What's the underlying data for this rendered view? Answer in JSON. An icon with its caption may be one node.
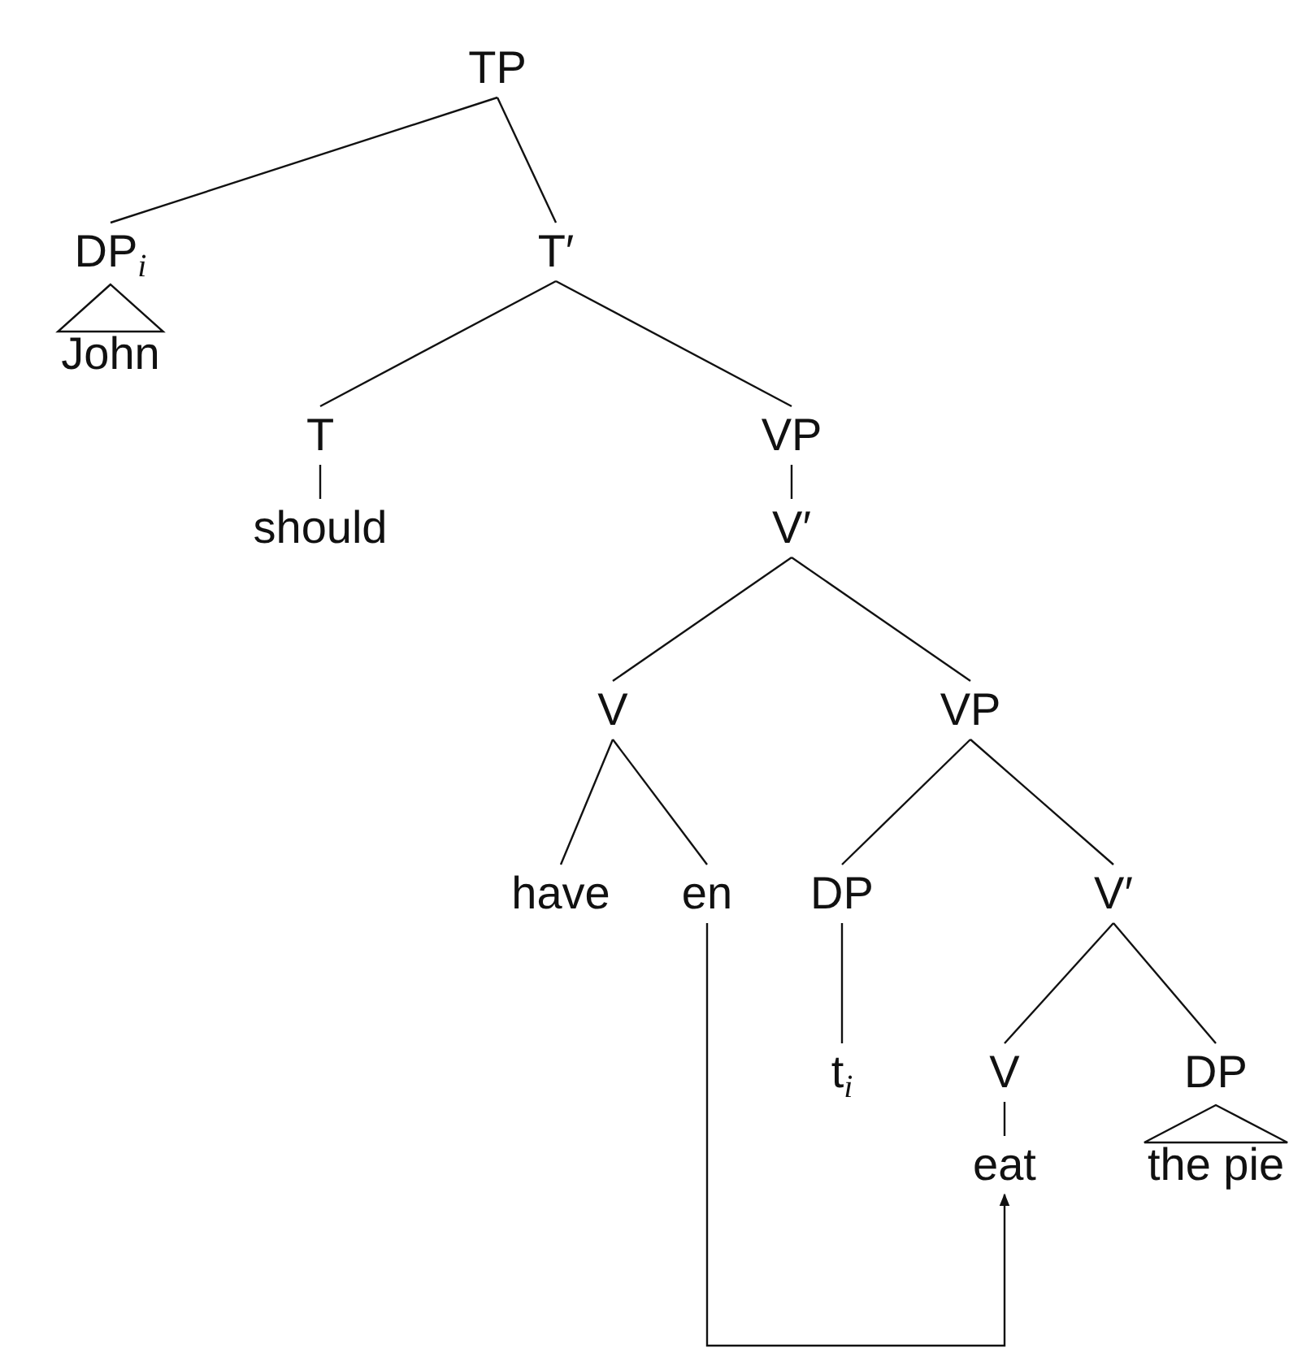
{
  "diagram": {
    "nodes": [
      {
        "text": [
          "TP"
        ]
      },
      {
        "text": [
          "DP$_{i}$"
        ]
      },
      {
        "text": [
          "John"
        ]
      },
      {
        "text": [
          "T′"
        ]
      },
      {
        "text": [
          "T"
        ]
      },
      {
        "text": [
          "VP"
        ]
      },
      {
        "text": [
          "should"
        ]
      },
      {
        "text": [
          "V′"
        ]
      },
      {
        "text": [
          "V"
        ]
      },
      {
        "text": [
          "VP"
        ]
      },
      {
        "text": [
          "have"
        ]
      },
      {
        "text": [
          "en"
        ]
      },
      {
        "text": [
          "DP"
        ]
      },
      {
        "text": [
          "V′"
        ]
      },
      {
        "text": [
          "t$_{i}$"
        ]
      },
      {
        "text": [
          "V"
        ]
      },
      {
        "text": [
          "DP"
        ]
      },
      {
        "text": [
          "eat"
        ]
      },
      {
        "text": [
          "the pie"
        ]
      }
    ],
    "edges": [
      {
        "from": 0,
        "to": 1,
        "arrow": "none"
      },
      {
        "from": 0,
        "to": 3,
        "arrow": "none"
      },
      {
        "from": 1,
        "to": 2,
        "arrow": "none"
      },
      {
        "from": 3,
        "to": 4,
        "arrow": "none"
      },
      {
        "from": 3,
        "to": 5,
        "arrow": "none"
      },
      {
        "from": 4,
        "to": 6,
        "arrow": "none"
      },
      {
        "from": 5,
        "to": 7,
        "arrow": "none"
      },
      {
        "from": 7,
        "to": 8,
        "arrow": "none"
      },
      {
        "from": 7,
        "to": 9,
        "arrow": "none"
      },
      {
        "from": 8,
        "to": 10,
        "arrow": "none"
      },
      {
        "from": 8,
        "to": 11,
        "arrow": "none"
      },
      {
        "from": 9,
        "to": 12,
        "arrow": "none"
      },
      {
        "from": 9,
        "to": 13,
        "arrow": "none"
      },
      {
        "from": 12,
        "to": 14,
        "arrow": "none"
      },
      {
        "from": 13,
        "to": 15,
        "arrow": "none"
      },
      {
        "from": 13,
        "to": 16,
        "arrow": "none"
      },
      {
        "from": 15,
        "to": 17,
        "arrow": "none"
      },
      {
        "from": 16,
        "to": 18,
        "arrow": "none"
      },
      {
        "from": 11,
        "to": 17,
        "arrow": "to"
      }
    ]
  }
}
